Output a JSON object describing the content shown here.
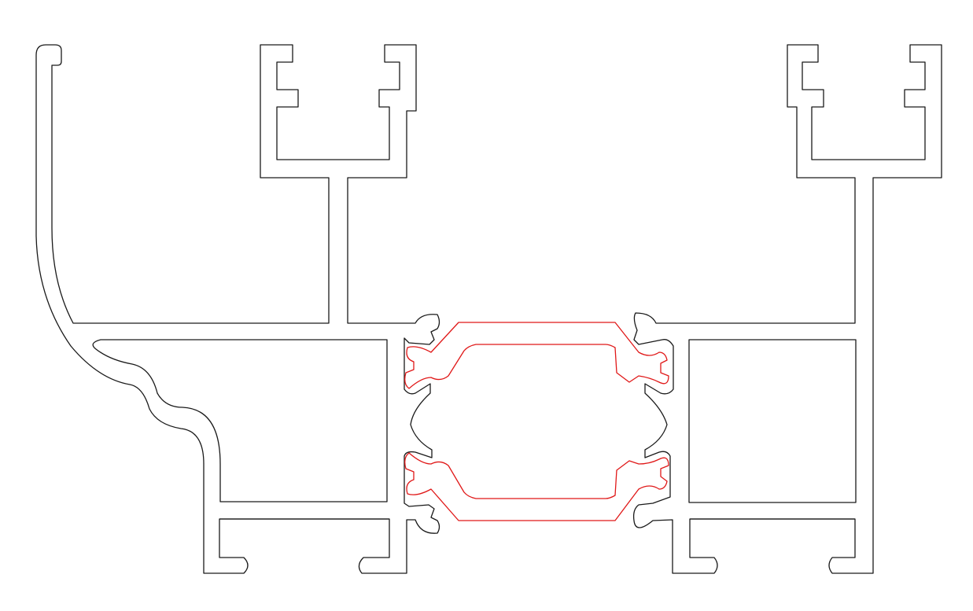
{
  "drawing": {
    "background": "#ffffff",
    "profile_color": "#1a1a1a",
    "thermal_break_color": "#e01818",
    "components": [
      {
        "name": "left-aluminium-frame",
        "color_role": "profile"
      },
      {
        "name": "right-aluminium-frame",
        "color_role": "profile"
      },
      {
        "name": "upper-thermal-break-strip",
        "color_role": "thermal_break"
      },
      {
        "name": "lower-thermal-break-strip",
        "color_role": "thermal_break"
      }
    ]
  }
}
